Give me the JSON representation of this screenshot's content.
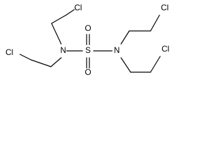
{
  "molecule": {
    "atoms": {
      "n_left": "N",
      "n_right": "N",
      "sulfur": "S",
      "oxygen_top": "O",
      "oxygen_bottom": "O",
      "cl_top_left": "Cl",
      "cl_bottom_left": "Cl",
      "cl_top_right": "Cl",
      "cl_bottom_right": "Cl"
    }
  }
}
